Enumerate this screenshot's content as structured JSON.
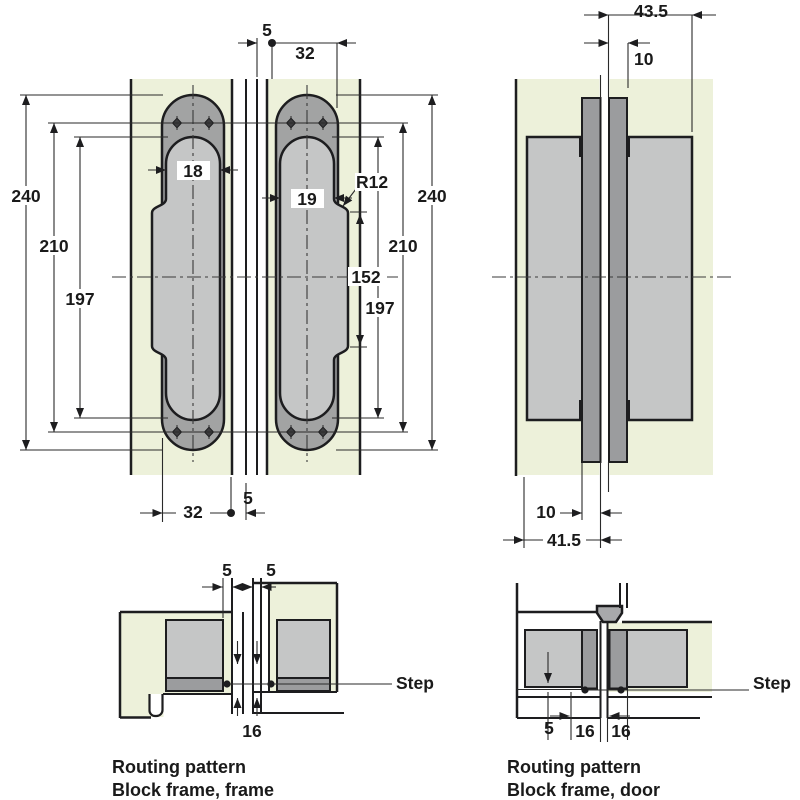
{
  "colors": {
    "panel_green": "#edf1da",
    "body_gray": "#c5c6c6",
    "plate_gray": "#a2a3a3",
    "outline": "#1d1d1f"
  },
  "front_view": {
    "dims": {
      "gap_top": "5",
      "offset_top": "32",
      "height_left": "240",
      "screw_spacing_left": "210",
      "cutout_height_left": "197",
      "plate_width_frame": "18",
      "plate_width_door": "19",
      "corner_radius": "R12",
      "height_right": "240",
      "screw_spacing_right": "210",
      "mid_section_height": "152",
      "cutout_height_right": "197",
      "offset_bottom": "32",
      "gap_bottom": "5"
    }
  },
  "side_view": {
    "dims": {
      "routing_depth_door": "43.5",
      "arm_thickness_top": "10",
      "arm_thickness_bottom": "10",
      "routing_depth_frame": "41.5"
    }
  },
  "routing_frame": {
    "dims": {
      "gap_a": "5",
      "gap_b": "5",
      "depth": "16"
    },
    "step": "Step",
    "caption1": "Routing pattern",
    "caption2": "Block frame, frame"
  },
  "routing_door": {
    "dims": {
      "edge_distance": "5",
      "depth_a": "16",
      "depth_b": "16"
    },
    "step": "Step",
    "caption1": "Routing pattern",
    "caption2": "Block frame, door"
  }
}
